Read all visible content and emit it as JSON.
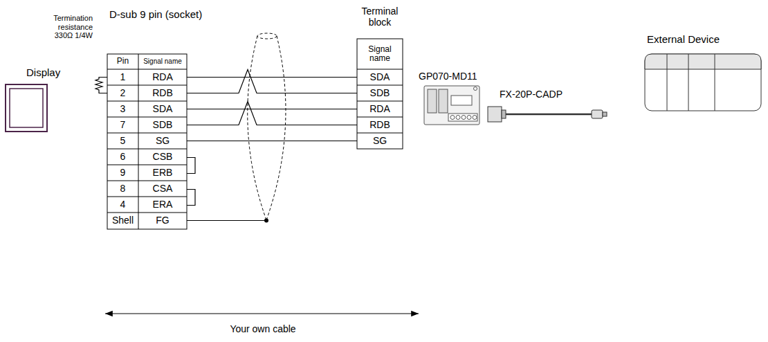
{
  "diagram": {
    "nodes": [
      {
        "text": [
          "Display"
        ]
      },
      {
        "text": [
          "D-sub 9 pin (socket)"
        ]
      },
      {
        "text": [
          "Terminal block"
        ]
      },
      {
        "text": [
          "GP070-MD11"
        ]
      },
      {
        "text": [
          "FX-20P-CADP"
        ]
      },
      {
        "text": [
          "External Device"
        ]
      }
    ],
    "edges": [
      {
        "from": 1,
        "to": 2,
        "arrow": "none"
      },
      {
        "from": 1,
        "to": 2,
        "arrow": "none"
      },
      {
        "from": 1,
        "to": 2,
        "arrow": "none"
      },
      {
        "from": 1,
        "to": 2,
        "arrow": "none"
      },
      {
        "from": 1,
        "to": 2,
        "arrow": "none"
      }
    ],
    "labels": [
      "Termination resistance 330Ω 1/4W",
      "Pin",
      "Signal name",
      "1",
      "RDA",
      "2",
      "RDB",
      "3",
      "SDA",
      "7",
      "SDB",
      "5",
      "SG",
      "6",
      "CSB",
      "9",
      "ERB",
      "8",
      "CSA",
      "4",
      "ERA",
      "Shell",
      "FG",
      "Signal name",
      "SDA",
      "SDB",
      "RDA",
      "RDB",
      "SG",
      "Your own cable"
    ]
  }
}
